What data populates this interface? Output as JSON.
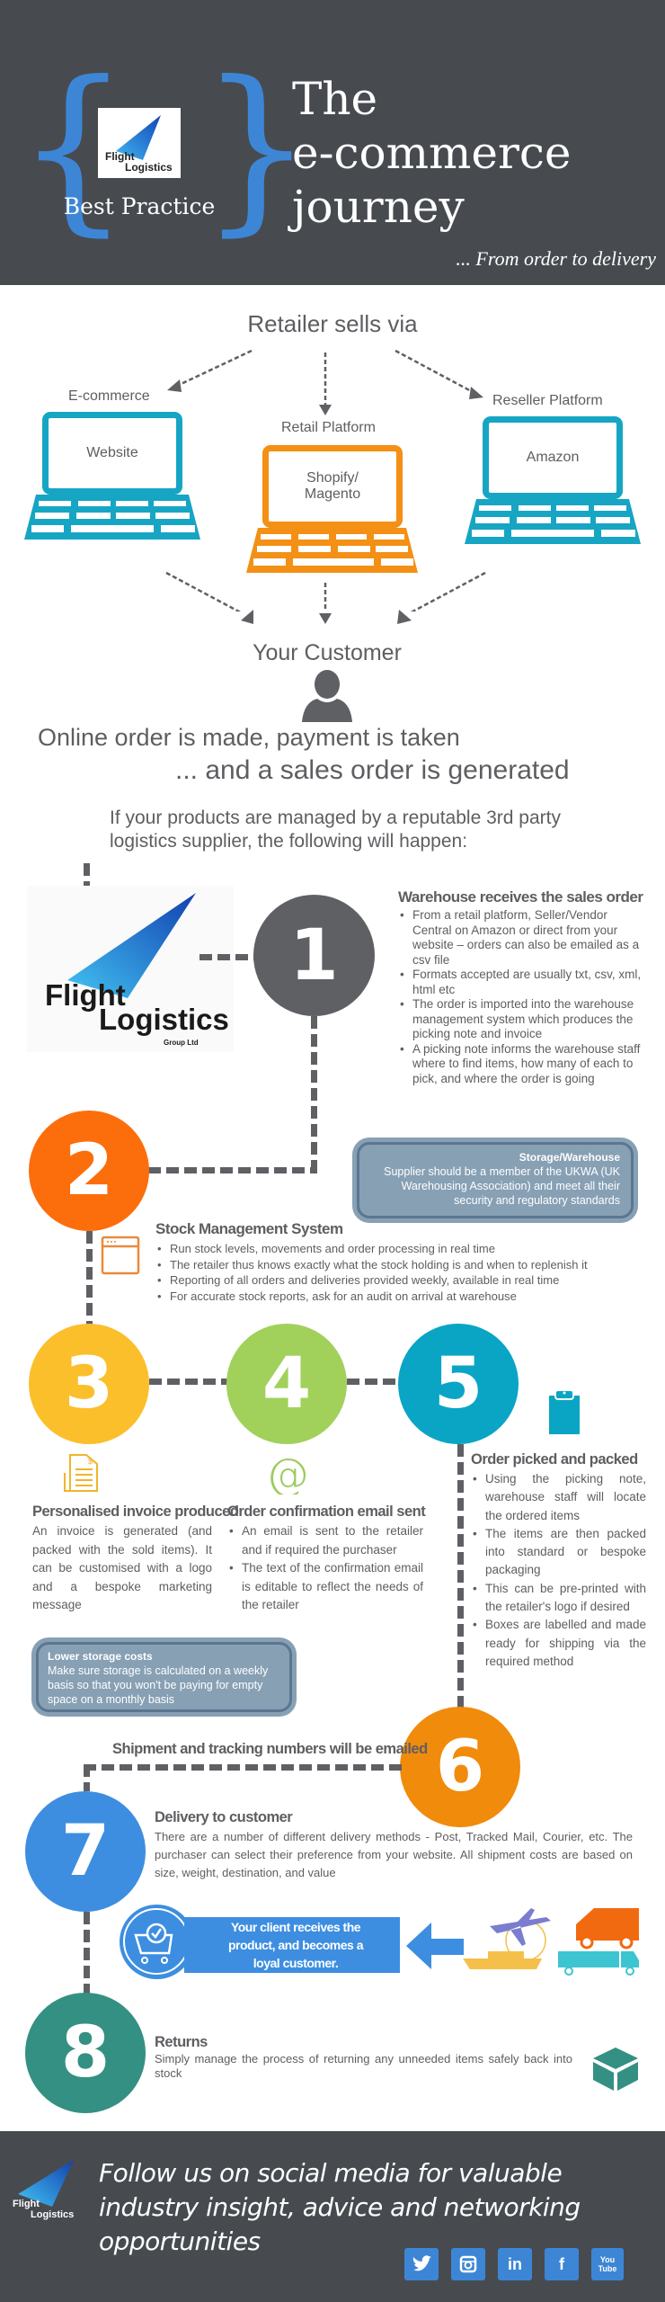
{
  "header": {
    "brand_name": "Flight Logistics",
    "badge_label": "Best Practice",
    "title_lines": [
      "The",
      "e-commerce",
      "journey"
    ],
    "subtitle": "... From order to delivery"
  },
  "retailer": {
    "heading": "Retailer sells via",
    "channels": [
      {
        "category": "E-commerce",
        "screen_label": "Website",
        "color": "#17a5c4"
      },
      {
        "category": "Retail Platform",
        "screen_label": "Shopify/ Magento",
        "color": "#f39015"
      },
      {
        "category": "Reseller Platform",
        "screen_label": "Amazon",
        "color": "#17a5c4"
      }
    ]
  },
  "customer": {
    "heading": "Your Customer",
    "line1": "Online order is made, payment is taken",
    "line2": "... and a sales order is generated",
    "intro": "If your products are managed by a reputable 3rd party logistics supplier, the following will happen:"
  },
  "logo": {
    "line1": "Flight",
    "line2": "Logistics",
    "line3": "Group Ltd"
  },
  "steps": [
    {
      "number": "1",
      "color": "#5f6064",
      "title": "Warehouse receives the sales order",
      "bullets": [
        "From a retail platform, Seller/Vendor Central on Amazon or direct from your website – orders can also be emailed as a csv file",
        "Formats accepted are usually txt, csv, xml, html etc",
        "The order is imported into the warehouse management system which produces the picking note and invoice",
        "A picking note informs the warehouse staff where to find items, how many of each to pick, and where the order is going"
      ]
    },
    {
      "number": "2",
      "color": "#fc6e0c",
      "title": "Stock Management System",
      "bullets": [
        "Run stock levels, movements and order processing in real time",
        "The retailer thus knows exactly what the stock holding is and when to replenish it",
        "Reporting of all orders and deliveries provided weekly, available in real time",
        "For accurate stock reports, ask for an audit on arrival at warehouse"
      ]
    },
    {
      "number": "3",
      "color": "#fbbf2c",
      "title": "Personalised invoice produced",
      "text": "An invoice is generated (and packed with the sold items). It can be customised with a logo and a bespoke marketing message"
    },
    {
      "number": "4",
      "color": "#a1d15b",
      "title": "Order confirmation email sent",
      "bullets": [
        "An email is sent to the retailer and if required the purchaser",
        "The text of the confirmation email is editable to reflect the needs of the retailer"
      ]
    },
    {
      "number": "5",
      "color": "#0aa5c4",
      "title": "Order picked and packed",
      "bullets": [
        "Using the picking note, warehouse staff will locate the ordered items",
        "The items are then packed into standard or bespoke packaging",
        "This can be pre-printed with the retailer's logo if desired",
        "Boxes are labelled and made ready for shipping via the required method"
      ]
    },
    {
      "number": "6",
      "color": "#f18b0c",
      "title": "Shipment and tracking numbers will be emailed"
    },
    {
      "number": "7",
      "color": "#3d8ee0",
      "title": "Delivery to customer",
      "text": "There are a number of different delivery methods - Post, Tracked Mail, Courier, etc. The purchaser can select their preference from your website. All shipment costs are based on size, weight, destination, and value",
      "banner": "Your client receives the product, and becomes a loyal customer."
    },
    {
      "number": "8",
      "color": "#349082",
      "title": "Returns",
      "text": "Simply manage the process of returning any unneeded items safely back into stock"
    }
  ],
  "notes": {
    "storage": {
      "title": "Storage/Warehouse",
      "text": "Supplier should be a member of the UKWA (UK Warehousing Association) and meet all their security and regulatory standards"
    },
    "costs": {
      "title": "Lower storage costs",
      "text": "Make sure storage is calculated on a weekly basis so that you won't be paying for empty space on a monthly basis"
    }
  },
  "footer": {
    "text": "Follow us on social media for valuable industry insight, advice and networking opportunities",
    "social": [
      {
        "name": "twitter",
        "glyph": "🐦"
      },
      {
        "name": "instagram",
        "glyph": "◙"
      },
      {
        "name": "linkedin",
        "glyph": "in"
      },
      {
        "name": "facebook",
        "glyph": "f"
      },
      {
        "name": "youtube",
        "glyph": "You Tube"
      }
    ]
  }
}
